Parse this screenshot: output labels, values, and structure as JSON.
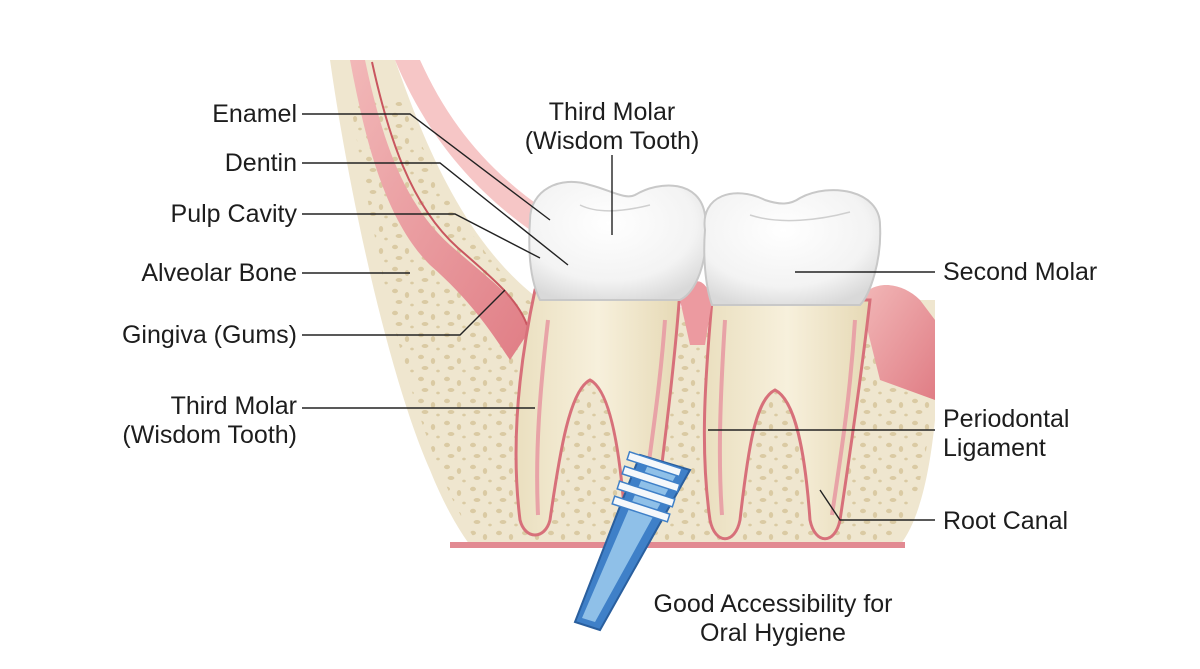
{
  "labels": {
    "enamel": "Enamel",
    "dentin": "Dentin",
    "pulp_cavity": "Pulp Cavity",
    "alveolar_bone": "Alveolar Bone",
    "gingiva": "Gingiva (Gums)",
    "third_molar_left": [
      "Third Molar",
      "(Wisdom Tooth)"
    ],
    "third_molar_top": [
      "Third Molar",
      "(Wisdom Tooth)"
    ],
    "second_molar": "Second Molar",
    "periodontal_ligament": [
      "Periodontal",
      "Ligament"
    ],
    "root_canal": "Root Canal",
    "oral_hygiene": [
      "Good Accessibility for",
      "Oral Hygiene"
    ]
  },
  "colors": {
    "gum": "#e88f95",
    "gum_light": "#f6c6c6",
    "bone": "#efe6cf",
    "bone_pore": "#d9c9a3",
    "tooth_root": "#f4ecd6",
    "enamel": "#fbfbfb",
    "pulp": "#e9a0a4",
    "brush_blue": "#3f80c8",
    "brush_light": "#8fc0e8",
    "line": "#222222",
    "text": "#1d1d1d"
  }
}
